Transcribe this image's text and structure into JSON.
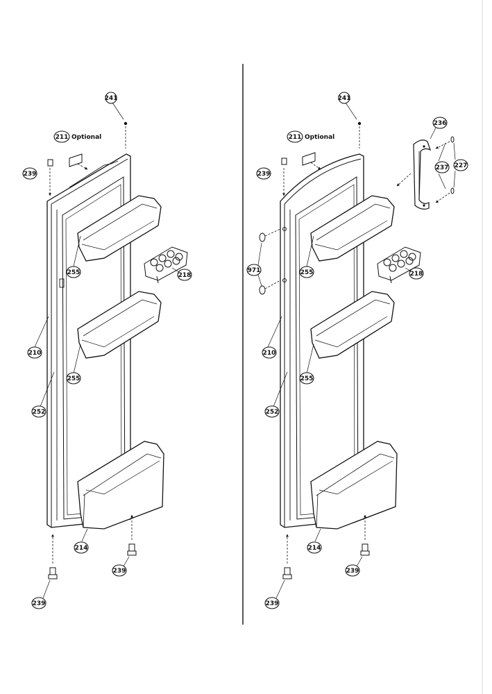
{
  "left_panel": {
    "callouts": {
      "c241": "241",
      "c211": "211",
      "optional": "Optional",
      "c239_top": "239",
      "c255_upper": "255",
      "c218": "218",
      "c210": "210",
      "c255_lower": "255",
      "c252": "252",
      "c214": "214",
      "c239_right": "239",
      "c239_bottom": "239"
    }
  },
  "right_panel": {
    "callouts": {
      "c241": "241",
      "c211": "211",
      "optional": "Optional",
      "c239_top": "239",
      "c236": "236",
      "c237": "237",
      "c227": "227",
      "c971": "971",
      "c255_upper": "255",
      "c218": "218",
      "c210": "210",
      "c255_lower": "255",
      "c252": "252",
      "c214": "214",
      "c239_right": "239",
      "c239_bottom": "239"
    }
  },
  "colors": {
    "ink": "#111111",
    "paper": "#ffffff"
  }
}
